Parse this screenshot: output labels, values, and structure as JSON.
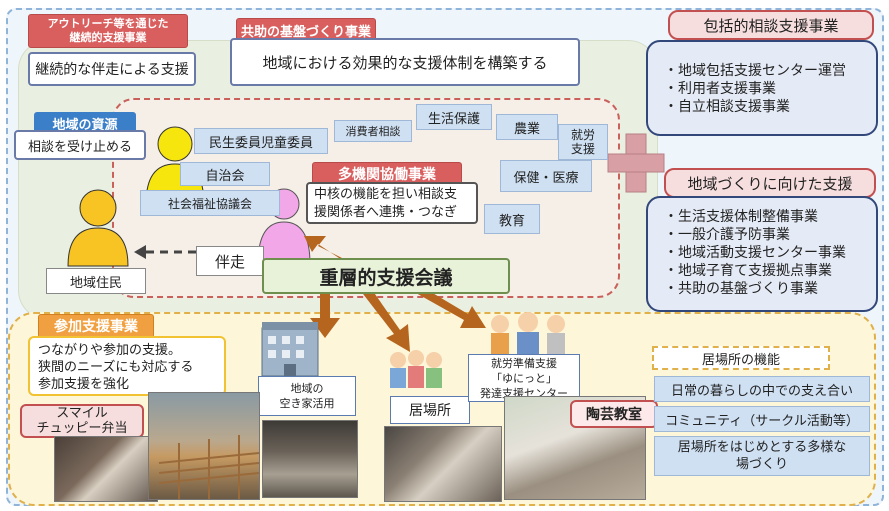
{
  "outreach": {
    "title_line1": "アウトリーチ等を通じた",
    "title_line2": "継続的支援事業",
    "body": "継続的な伴走による支援"
  },
  "kyojo": {
    "title": "共助の基盤づくり事業",
    "body": "地域における効果的な支援体制を構築する"
  },
  "comprehensive": {
    "title": "包括的相談支援事業",
    "items": [
      "・地域包括支援センター運営",
      "・利用者支援事業",
      "・自立相談支援事業"
    ]
  },
  "community_dev": {
    "title": "地域づくりに向けた支援",
    "items": [
      "・生活支援体制整備事業",
      "・一般介護予防事業",
      "・地域活動支援センター事業",
      "・地域子育て支援拠点事業",
      "・共助の基盤づくり事業"
    ]
  },
  "local_resources": {
    "title": "地域の資源",
    "body": "相談を受け止める"
  },
  "nodes": {
    "minsei": "民生委員児童委員",
    "jichikai": "自治会",
    "shakyo": "社会福祉協議会",
    "consumer": "消費者相談",
    "seikatsu": "生活保護",
    "nogyo": "農業",
    "shuro_line1": "就労",
    "shuro_line2": "支援",
    "hoken": "保健・医療",
    "kyoiku": "教育"
  },
  "multi_agency": {
    "title": "多機関協働事業",
    "body_line1": "中核の機能を担い相談支",
    "body_line2": "援関係者へ連携・つなぎ"
  },
  "resident": "地域住民",
  "banso": "伴走",
  "meeting": "重層的支援会議",
  "participation": {
    "title": "参加支援事業",
    "line1": "つながりや参加の支援。",
    "line2": "狭間のニーズにも対応する",
    "line3": "参加支援を強化"
  },
  "smile": {
    "line1": "スマイル",
    "line2": "チュッピー弁当"
  },
  "akiya": {
    "line1": "地域の",
    "line2": "空き家活用"
  },
  "ibasho": "居場所",
  "shuro_center": {
    "line1": "就労準備支援",
    "line2": "「ゆにっと」",
    "line3": "発達支援センター"
  },
  "tougei": "陶芸教室",
  "ibasho_func": {
    "title": "居場所の機能",
    "items": [
      "日常の暮らしの中での支え合い",
      "コミュニティ（サークル活動等）",
      "居場所をはじめとする多様な"
    ],
    "item3_line2": "場づくり"
  },
  "colors": {
    "accent_red": "#d95e5e",
    "accent_orange": "#f0a040",
    "accent_blue": "#3b7fc8",
    "arrow_brown": "#b5651d"
  }
}
